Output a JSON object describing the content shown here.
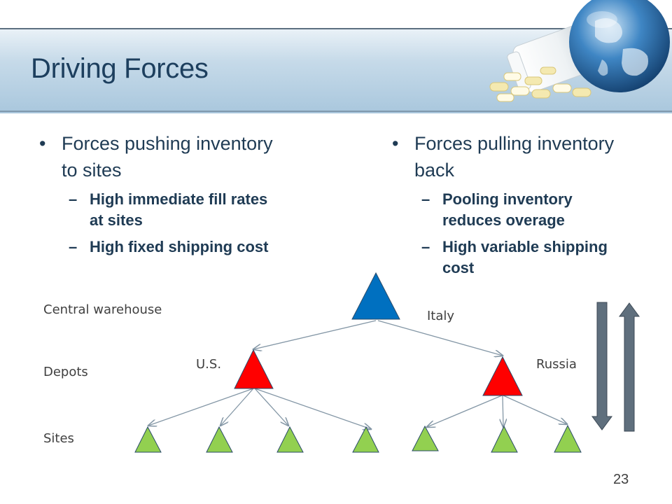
{
  "slide": {
    "title": "Driving Forces",
    "page_number": "23"
  },
  "left_column": {
    "bullet": "Forces pushing inventory to sites",
    "sub_items": [
      "High immediate fill rates at sites",
      "High fixed shipping cost"
    ]
  },
  "right_column": {
    "bullet": "Forces pulling inventory back",
    "sub_items": [
      "Pooling inventory reduces overage",
      "High variable shipping cost"
    ]
  },
  "diagram": {
    "levels": [
      "Central warehouse",
      "Depots",
      "Sites"
    ],
    "central": "Italy",
    "depots": [
      "U.S.",
      "Russia"
    ],
    "colors": {
      "central": "#0070c0",
      "depot": "#ff0000",
      "site": "#92d050",
      "arrow": "#5f6f7d"
    }
  },
  "icons": {
    "bullet": "bullet-dot",
    "dash": "en-dash",
    "header_art": "globe-and-pills-image"
  },
  "glyphs": {
    "bullet": "•",
    "dash": "–"
  }
}
